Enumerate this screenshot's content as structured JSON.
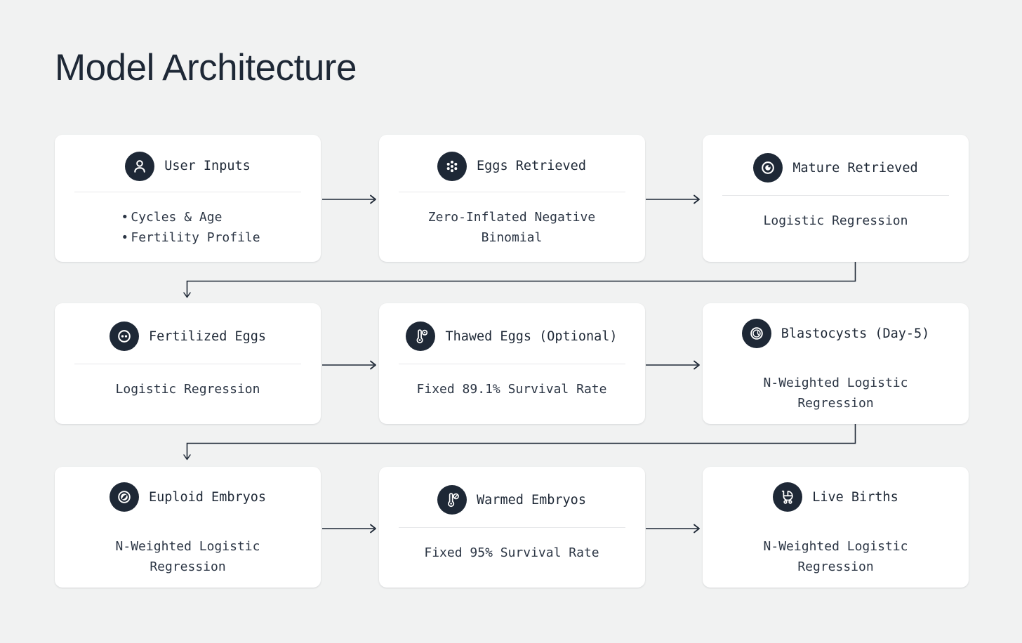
{
  "page": {
    "title": "Model Architecture",
    "background_color": "#f1f2f2",
    "accent_color": "#1e2836",
    "card_color": "#ffffff"
  },
  "cards": [
    {
      "id": "user-inputs",
      "title": "User Inputs",
      "icon": "user-icon",
      "items": [
        "Cycles & Age",
        "Fertility Profile"
      ],
      "bullet": "•"
    },
    {
      "id": "eggs-retrieved",
      "title": "Eggs Retrieved",
      "icon": "egg-cluster-dots-icon",
      "body": "Zero-Inflated Negative Binomial"
    },
    {
      "id": "mature-retrieved",
      "title": "Mature Retrieved",
      "icon": "mature-egg-icon",
      "body": "Logistic Regression"
    },
    {
      "id": "fertilized-eggs",
      "title": "Fertilized Eggs",
      "icon": "zygote-two-dot-icon",
      "body": "Logistic Regression"
    },
    {
      "id": "thawed-eggs",
      "title": "Thawed Eggs (Optional)",
      "icon": "thermometer-egg-icon",
      "body": "Fixed 89.1% Survival Rate"
    },
    {
      "id": "blastocysts",
      "title": "Blastocysts (Day-5)",
      "icon": "blastocyst-icon",
      "body": "N-Weighted Logistic Regression"
    },
    {
      "id": "euploid-embryos",
      "title": "Euploid Embryos",
      "icon": "euploid-embryo-icon",
      "body": "N-Weighted Logistic Regression"
    },
    {
      "id": "warmed-embryos",
      "title": "Warmed Embryos",
      "icon": "thermometer-embryo-icon",
      "body": "Fixed 95% Survival Rate"
    },
    {
      "id": "live-births",
      "title": "Live Births",
      "icon": "stroller-icon",
      "body": "N-Weighted Logistic Regression"
    }
  ],
  "connectors": {
    "horizontal_arrow": "arrow-right",
    "wrap_arrow": "arrow-wrap-down-left"
  }
}
